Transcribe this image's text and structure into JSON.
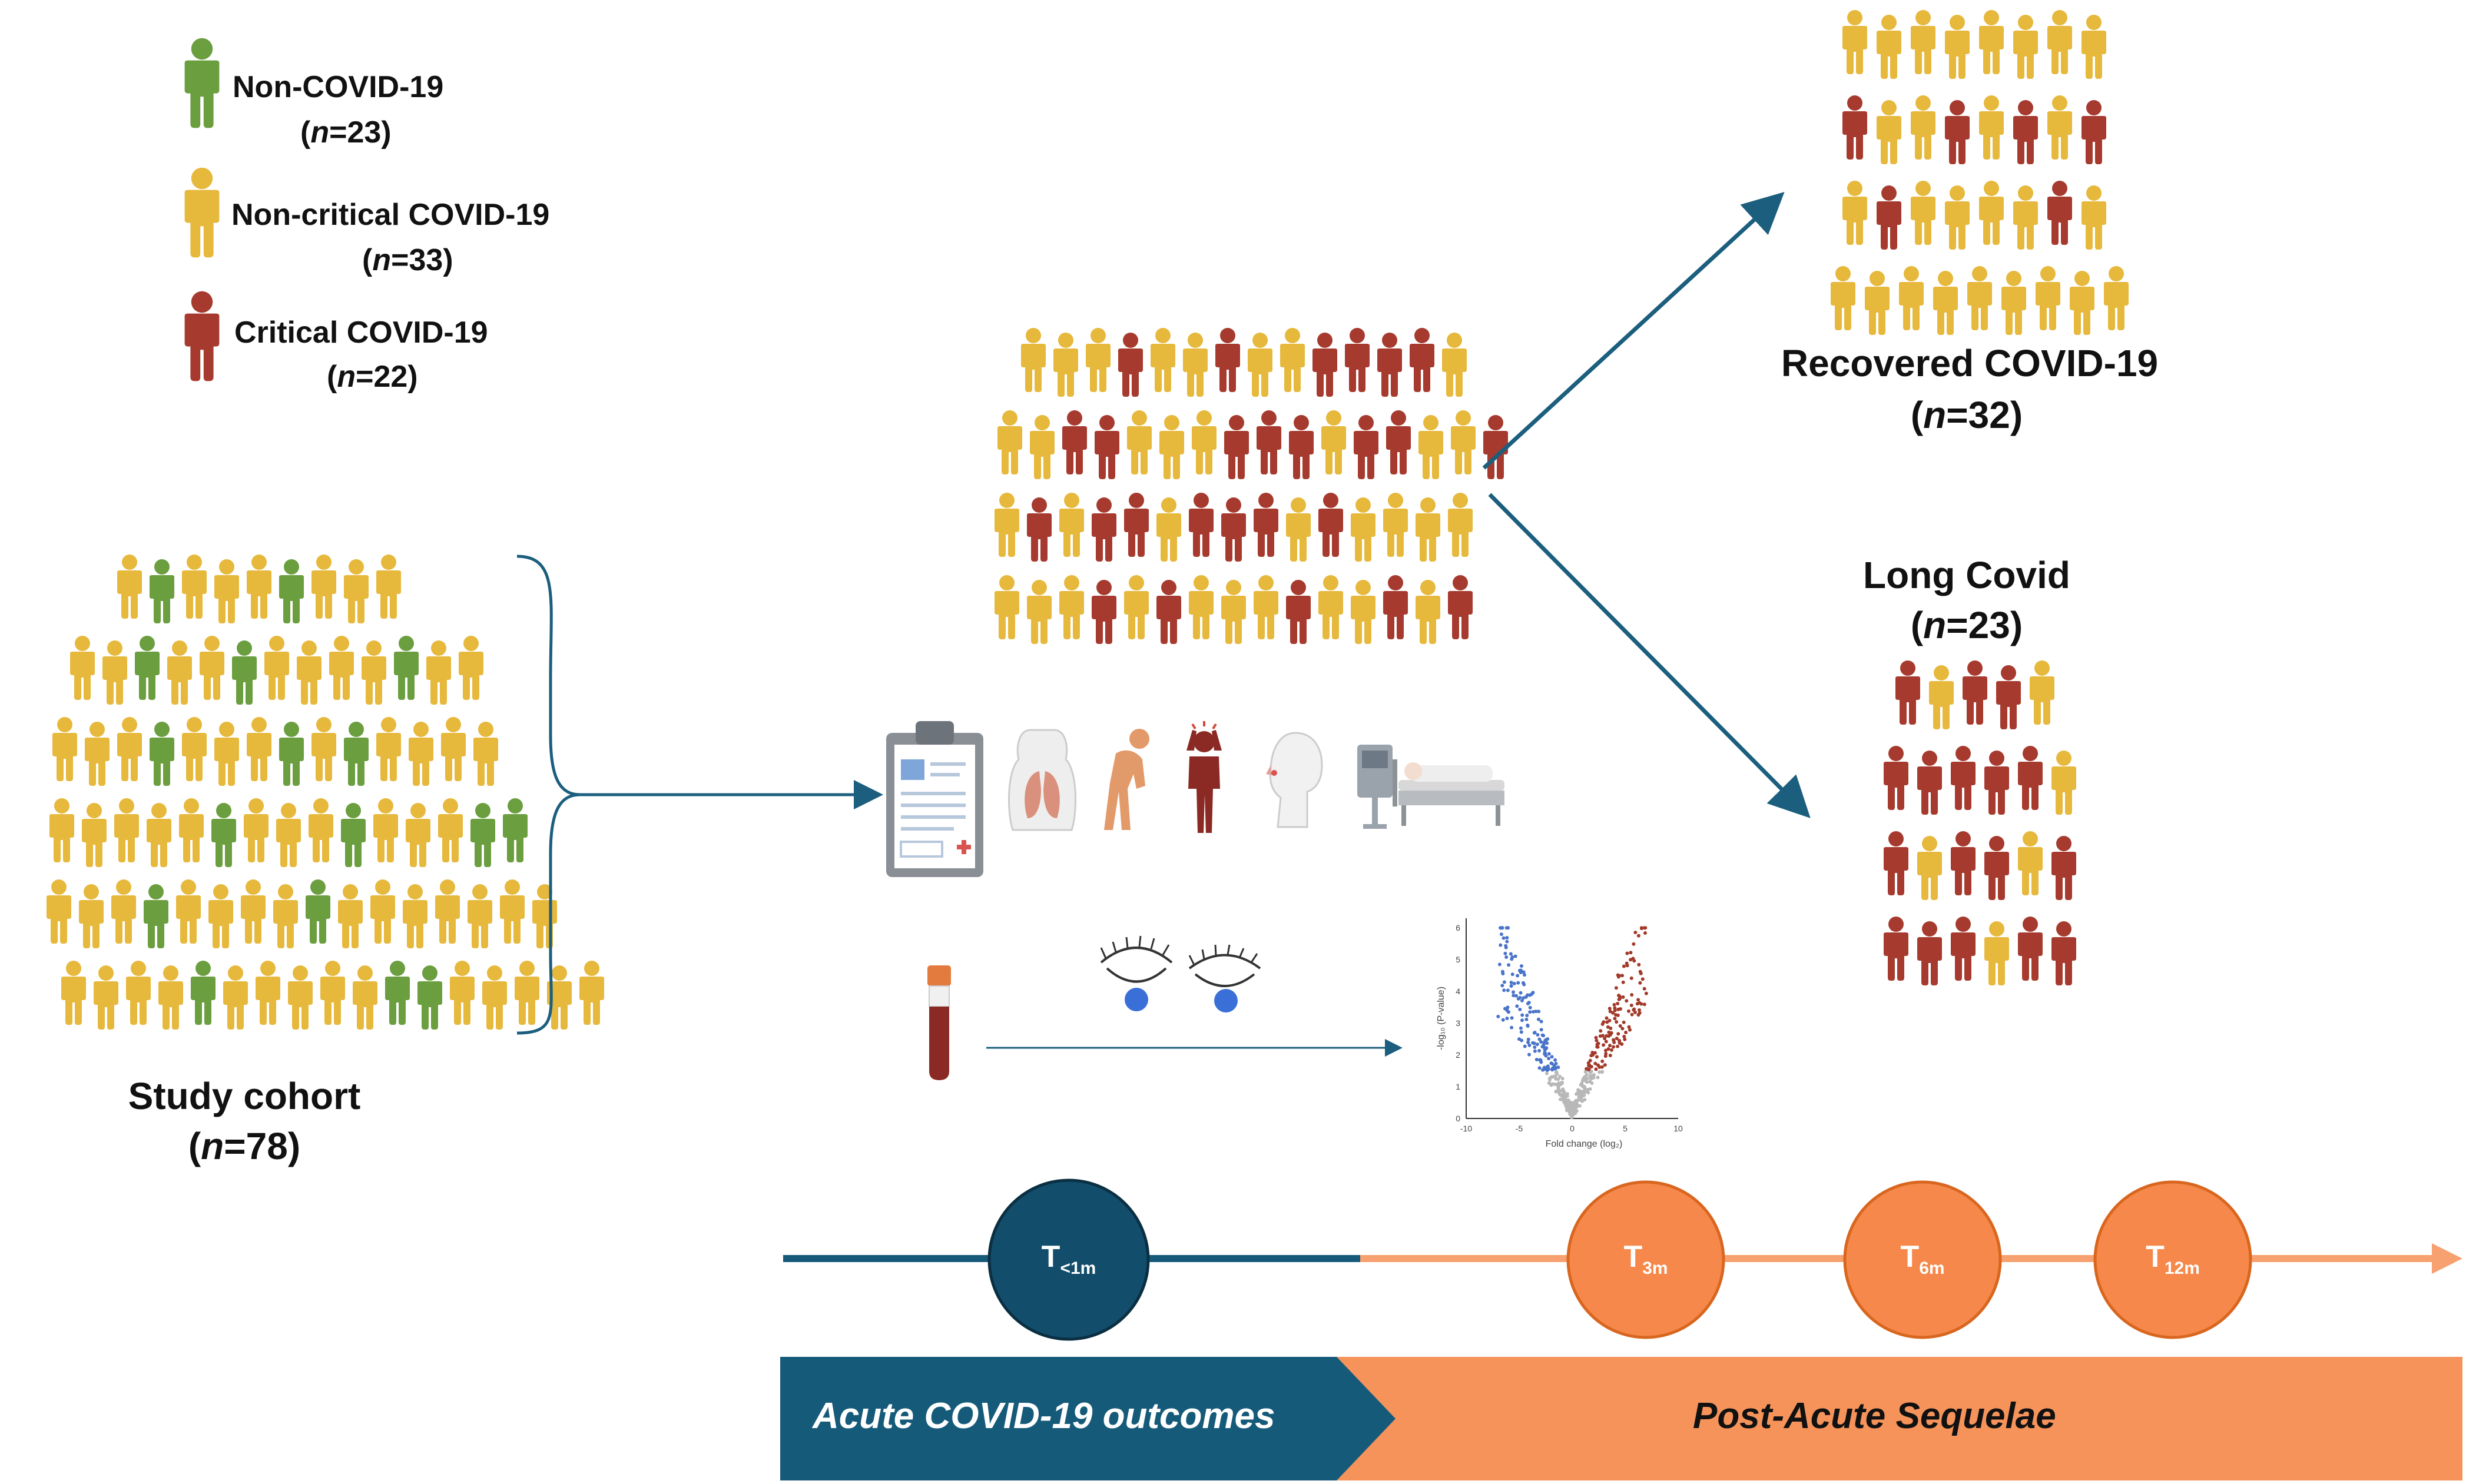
{
  "colors": {
    "non_covid": "#6a9e3f",
    "non_critical": "#e6b83c",
    "critical": "#a63a2e",
    "acute": "#165a7a",
    "post_acute": "#f7a070",
    "post_acute_dark": "#f28a4e",
    "circle_acute": "#124d6b",
    "circle_post": "#f5884a",
    "volcano_down": "#4a74c9",
    "volcano_up": "#a23a2a",
    "volcano_ns": "#b8b8b8"
  },
  "legend": [
    {
      "label": "Non-COVID-19",
      "n_prefix": "(",
      "n_var": "n",
      "n_value": "=23)",
      "color_key": "non_covid"
    },
    {
      "label": "Non-critical COVID-19",
      "n_prefix": "(",
      "n_var": "n",
      "n_value": "=33)",
      "color_key": "non_critical"
    },
    {
      "label": "Critical COVID-19",
      "n_prefix": "(",
      "n_var": "n",
      "n_value": "=22)",
      "color_key": "critical"
    }
  ],
  "study_cohort": {
    "label": "Study cohort",
    "n_prefix": "(",
    "n_var": "n",
    "n_value": "=78)"
  },
  "recovered": {
    "label": "Recovered  COVID-19",
    "n_prefix": "(",
    "n_var": "n",
    "n_value": "=32)"
  },
  "long_covid": {
    "label": "Long Covid",
    "n_prefix": "(",
    "n_var": "n",
    "n_value": "=23)"
  },
  "timeline": {
    "points": [
      {
        "main": "T",
        "sub": "<1m"
      },
      {
        "main": "T",
        "sub": "3m"
      },
      {
        "main": "T",
        "sub": "6m"
      },
      {
        "main": "T",
        "sub": "12m"
      }
    ]
  },
  "banner": {
    "acute": "Acute COVID-19 outcomes",
    "post": "Post-Acute Sequelae"
  },
  "volcano": {
    "y_label": "-log₁₀ (P-value)",
    "x_label": "Fold change (log₂)",
    "x_ticks": [
      "-10",
      "-5",
      "0",
      "5",
      "10"
    ],
    "y_ticks": [
      "0",
      "1",
      "2",
      "3",
      "4",
      "5",
      "6"
    ]
  },
  "icons": [
    "clipboard-icon",
    "lungs-icon",
    "fatigue-icon",
    "headache-icon",
    "anosmia-icon",
    "icu-bed-icon",
    "blood-tube-icon",
    "eye-icon"
  ]
}
